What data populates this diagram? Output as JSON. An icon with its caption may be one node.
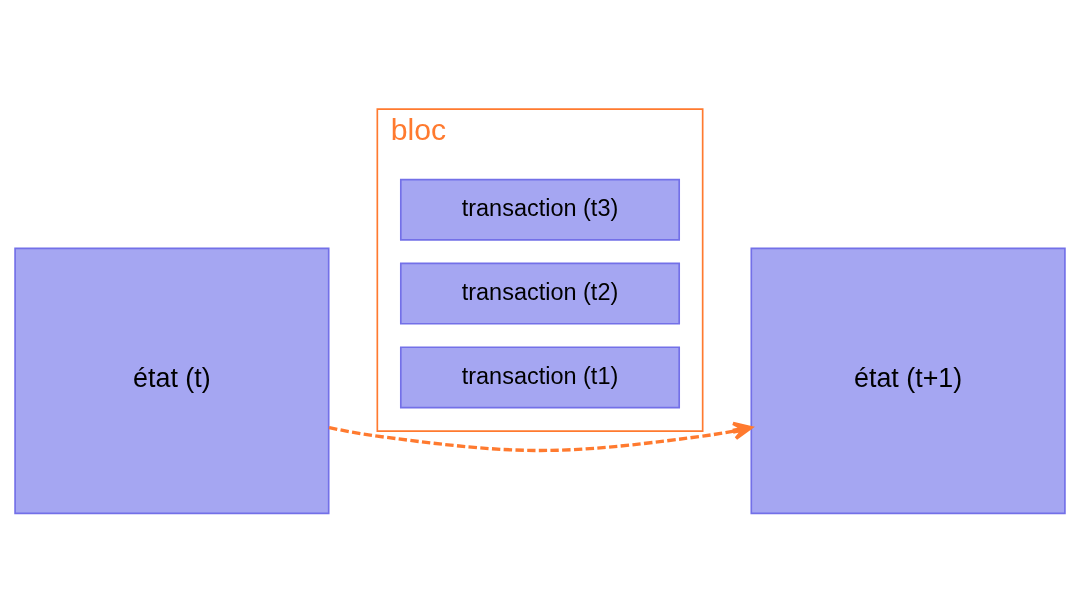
{
  "diagram": {
    "nodes": [
      {
        "text": [
          "état (t)"
        ]
      },
      {
        "text": [
          "bloc"
        ]
      },
      {
        "text": [
          "transaction (t1)"
        ],
        "in": 1
      },
      {
        "text": [
          "transaction (t2)"
        ],
        "in": 1
      },
      {
        "text": [
          "transaction (t3)"
        ],
        "in": 1
      },
      {
        "text": [
          "état (t+1)"
        ]
      }
    ],
    "edges": [
      {
        "from": 0,
        "to": 5,
        "arrow": "to",
        "style": "dashed",
        "color": "#ff7a2f"
      }
    ]
  }
}
